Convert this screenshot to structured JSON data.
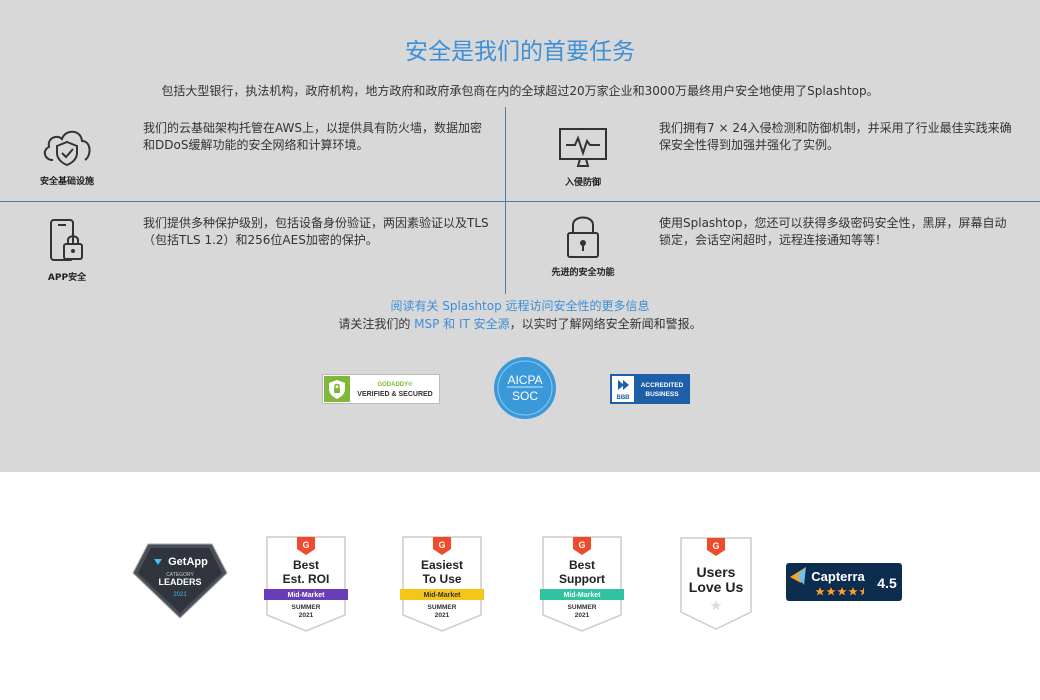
{
  "section": {
    "heading": "安全是我们的首要任务",
    "subtitle": "包括大型银行，执法机构，政府机构，地方政府和政府承包商在内的全球超过20万家企业和3000万最终用户安全地使用了Splashtop。"
  },
  "features": [
    {
      "label": "安全基础设施",
      "icon": "cloud-shield-icon",
      "text_line1": "我们的云基础架构托管在AWS上，以提供具有防火墙，数据加密",
      "text_line2": "和DDoS缓解功能的安全网络和计算环境。"
    },
    {
      "label": "入侵防御",
      "icon": "monitor-pulse-icon",
      "text_line1": "我们拥有7 × 24入侵检测和防御机制，并采用了行业最佳实践来确",
      "text_line2": "保安全性得到加强并强化了实例。"
    },
    {
      "label": "APP安全",
      "icon": "phone-lock-icon",
      "text_line1": "我们提供多种保护级别，包括设备身份验证，两因素验证以及TLS",
      "text_line2": "（包括TLS 1.2）和256位AES加密的保护。"
    },
    {
      "label": "先进的安全功能",
      "icon": "padlock-icon",
      "text_line1": "使用Splashtop，您还可以获得多级密码安全性，黑屏，屏幕自动",
      "text_line2": "锁定，会话空闲超时，远程连接通知等等！"
    }
  ],
  "links": {
    "read_more": "阅读有关 Splashtop 远程访问安全性的更多信息",
    "follow_prefix": "请关注我们的 ",
    "follow_link": "MSP 和 IT 安全源",
    "follow_suffix": "，以实时了解网络安全新闻和警报。"
  },
  "certifications": {
    "godaddy_top": "GODADDY®",
    "godaddy_bottom": "VERIFIED & SECURED",
    "aicpa_top": "AICPA",
    "aicpa_bottom": "SOC",
    "bbb_mark": "BBB",
    "bbb_line1": "ACCREDITED",
    "bbb_line2": "BUSINESS"
  },
  "awards": {
    "getapp": {
      "brand": "GetApp",
      "line1": "CATEGORY",
      "line2": "LEADERS",
      "year": "2021"
    },
    "g2_badges": [
      {
        "title1": "Best",
        "title2": "Est. ROI",
        "ribbon": "Mid-Market",
        "ribbon_color": "#6a3db8",
        "season": "SUMMER",
        "year": "2021"
      },
      {
        "title1": "Easiest",
        "title2": "To Use",
        "ribbon": "Mid-Market",
        "ribbon_color": "#f5c518",
        "season": "SUMMER",
        "year": "2021"
      },
      {
        "title1": "Best",
        "title2": "Support",
        "ribbon": "Mid-Market",
        "ribbon_color": "#2ec4a0",
        "season": "SUMMER",
        "year": "2021"
      }
    ],
    "g2_users": {
      "line1": "Users",
      "line2": "Love Us"
    },
    "capterra": {
      "brand": "Capterra",
      "rating": "4.5"
    }
  },
  "colors": {
    "accent": "#3d8fd8",
    "section_bg": "#d8d8d8",
    "g2_red": "#ef4a2b",
    "capterra_bg": "#0d2d4f"
  }
}
